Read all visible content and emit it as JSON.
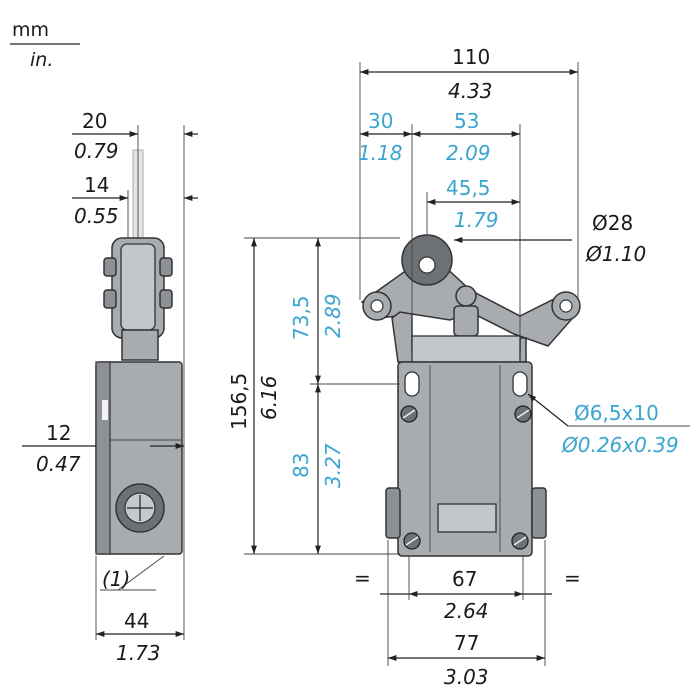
{
  "units": {
    "metric": "mm",
    "imperial": "in."
  },
  "side_view": {
    "width_total": {
      "mm": "20",
      "in": "0.79"
    },
    "roller_width": {
      "mm": "14",
      "in": "0.55"
    },
    "offset": {
      "mm": "12",
      "in": "0.47"
    },
    "body_depth": {
      "mm": "44",
      "in": "1.73"
    },
    "note": "(1)"
  },
  "front_view": {
    "overall_width": {
      "mm": "110",
      "in": "4.33"
    },
    "left_arm": {
      "mm": "30",
      "in": "1.18"
    },
    "right_arm": {
      "mm": "53",
      "in": "2.09"
    },
    "roller_offset": {
      "mm": "45,5",
      "in": "1.79"
    },
    "roller_diameter": {
      "mm": "Ø28",
      "in": "Ø1.10"
    },
    "overall_height": {
      "mm": "156,5",
      "in": "6.16"
    },
    "head_height": {
      "mm": "73,5",
      "in": "2.89"
    },
    "body_height": {
      "mm": "83",
      "in": "3.27"
    },
    "mount_hole": {
      "mm": "Ø6,5x10",
      "in": "Ø0.26x0.39"
    },
    "hole_spacing": {
      "mm": "67",
      "in": "2.64"
    },
    "body_width": {
      "mm": "77",
      "in": "3.03"
    },
    "equal_mark": "="
  },
  "colors": {
    "black_dim": "#1a1a1a",
    "blue_dim": "#3aa5d0",
    "body_grey": "#a8acb0"
  }
}
